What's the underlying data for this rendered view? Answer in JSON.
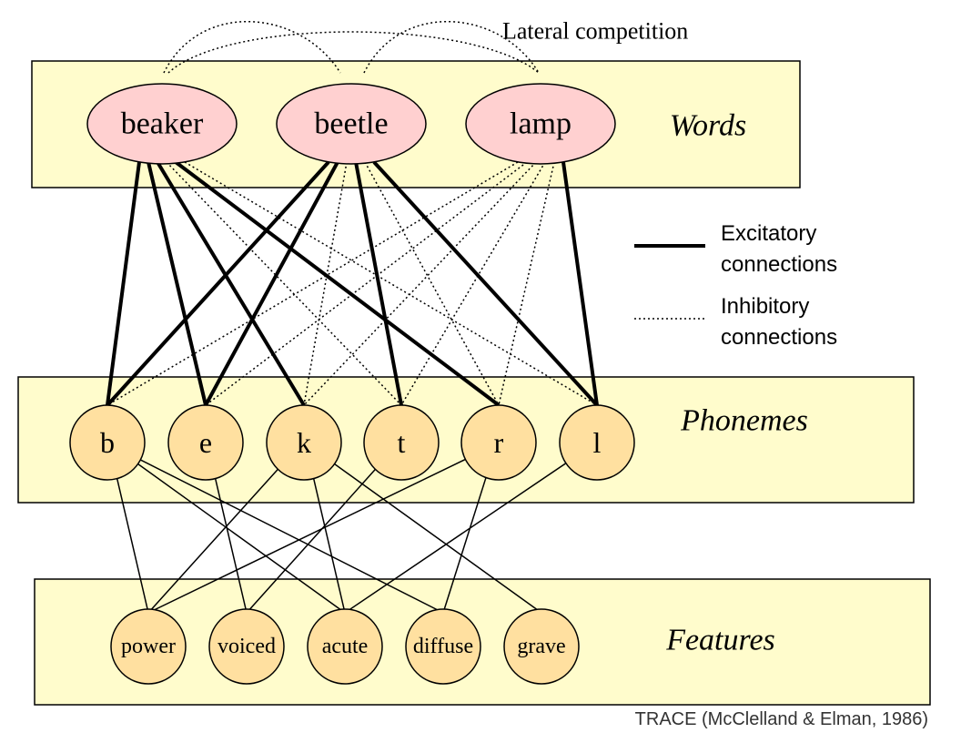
{
  "lateral_label": "Lateral competition",
  "layers": {
    "words": "Words",
    "phonemes": "Phonemes",
    "features": "Features"
  },
  "words": [
    "beaker",
    "beetle",
    "lamp"
  ],
  "phonemes": [
    "b",
    "e",
    "k",
    "t",
    "r",
    "l"
  ],
  "features": [
    "power",
    "voiced",
    "acute",
    "diffuse",
    "grave"
  ],
  "legend": {
    "excitatory_line1": "Excitatory",
    "excitatory_line2": "connections",
    "inhibitory_line1": "Inhibitory",
    "inhibitory_line2": "connections"
  },
  "credit": "TRACE (McClelland & Elman, 1986)",
  "connections": {
    "excitatory": [
      [
        "beaker",
        "b"
      ],
      [
        "beaker",
        "e"
      ],
      [
        "beaker",
        "k"
      ],
      [
        "beaker",
        "r"
      ],
      [
        "beetle",
        "b"
      ],
      [
        "beetle",
        "e"
      ],
      [
        "beetle",
        "t"
      ],
      [
        "beetle",
        "l"
      ],
      [
        "lamp",
        "l"
      ]
    ],
    "inhibitory": [
      [
        "beaker",
        "t"
      ],
      [
        "beaker",
        "l"
      ],
      [
        "beetle",
        "k"
      ],
      [
        "beetle",
        "r"
      ],
      [
        "lamp",
        "b"
      ],
      [
        "lamp",
        "e"
      ],
      [
        "lamp",
        "k"
      ],
      [
        "lamp",
        "t"
      ],
      [
        "lamp",
        "r"
      ]
    ],
    "features": [
      [
        "b",
        "power"
      ],
      [
        "b",
        "acute"
      ],
      [
        "b",
        "diffuse"
      ],
      [
        "e",
        "voiced"
      ],
      [
        "k",
        "power"
      ],
      [
        "k",
        "acute"
      ],
      [
        "k",
        "grave"
      ],
      [
        "t",
        "voiced"
      ],
      [
        "r",
        "diffuse"
      ],
      [
        "r",
        "power"
      ],
      [
        "l",
        "acute"
      ]
    ]
  },
  "colors": {
    "layer_fill": "#fffccc",
    "word_fill": "#ffd0d0",
    "node_fill": "#ffe0a0"
  }
}
